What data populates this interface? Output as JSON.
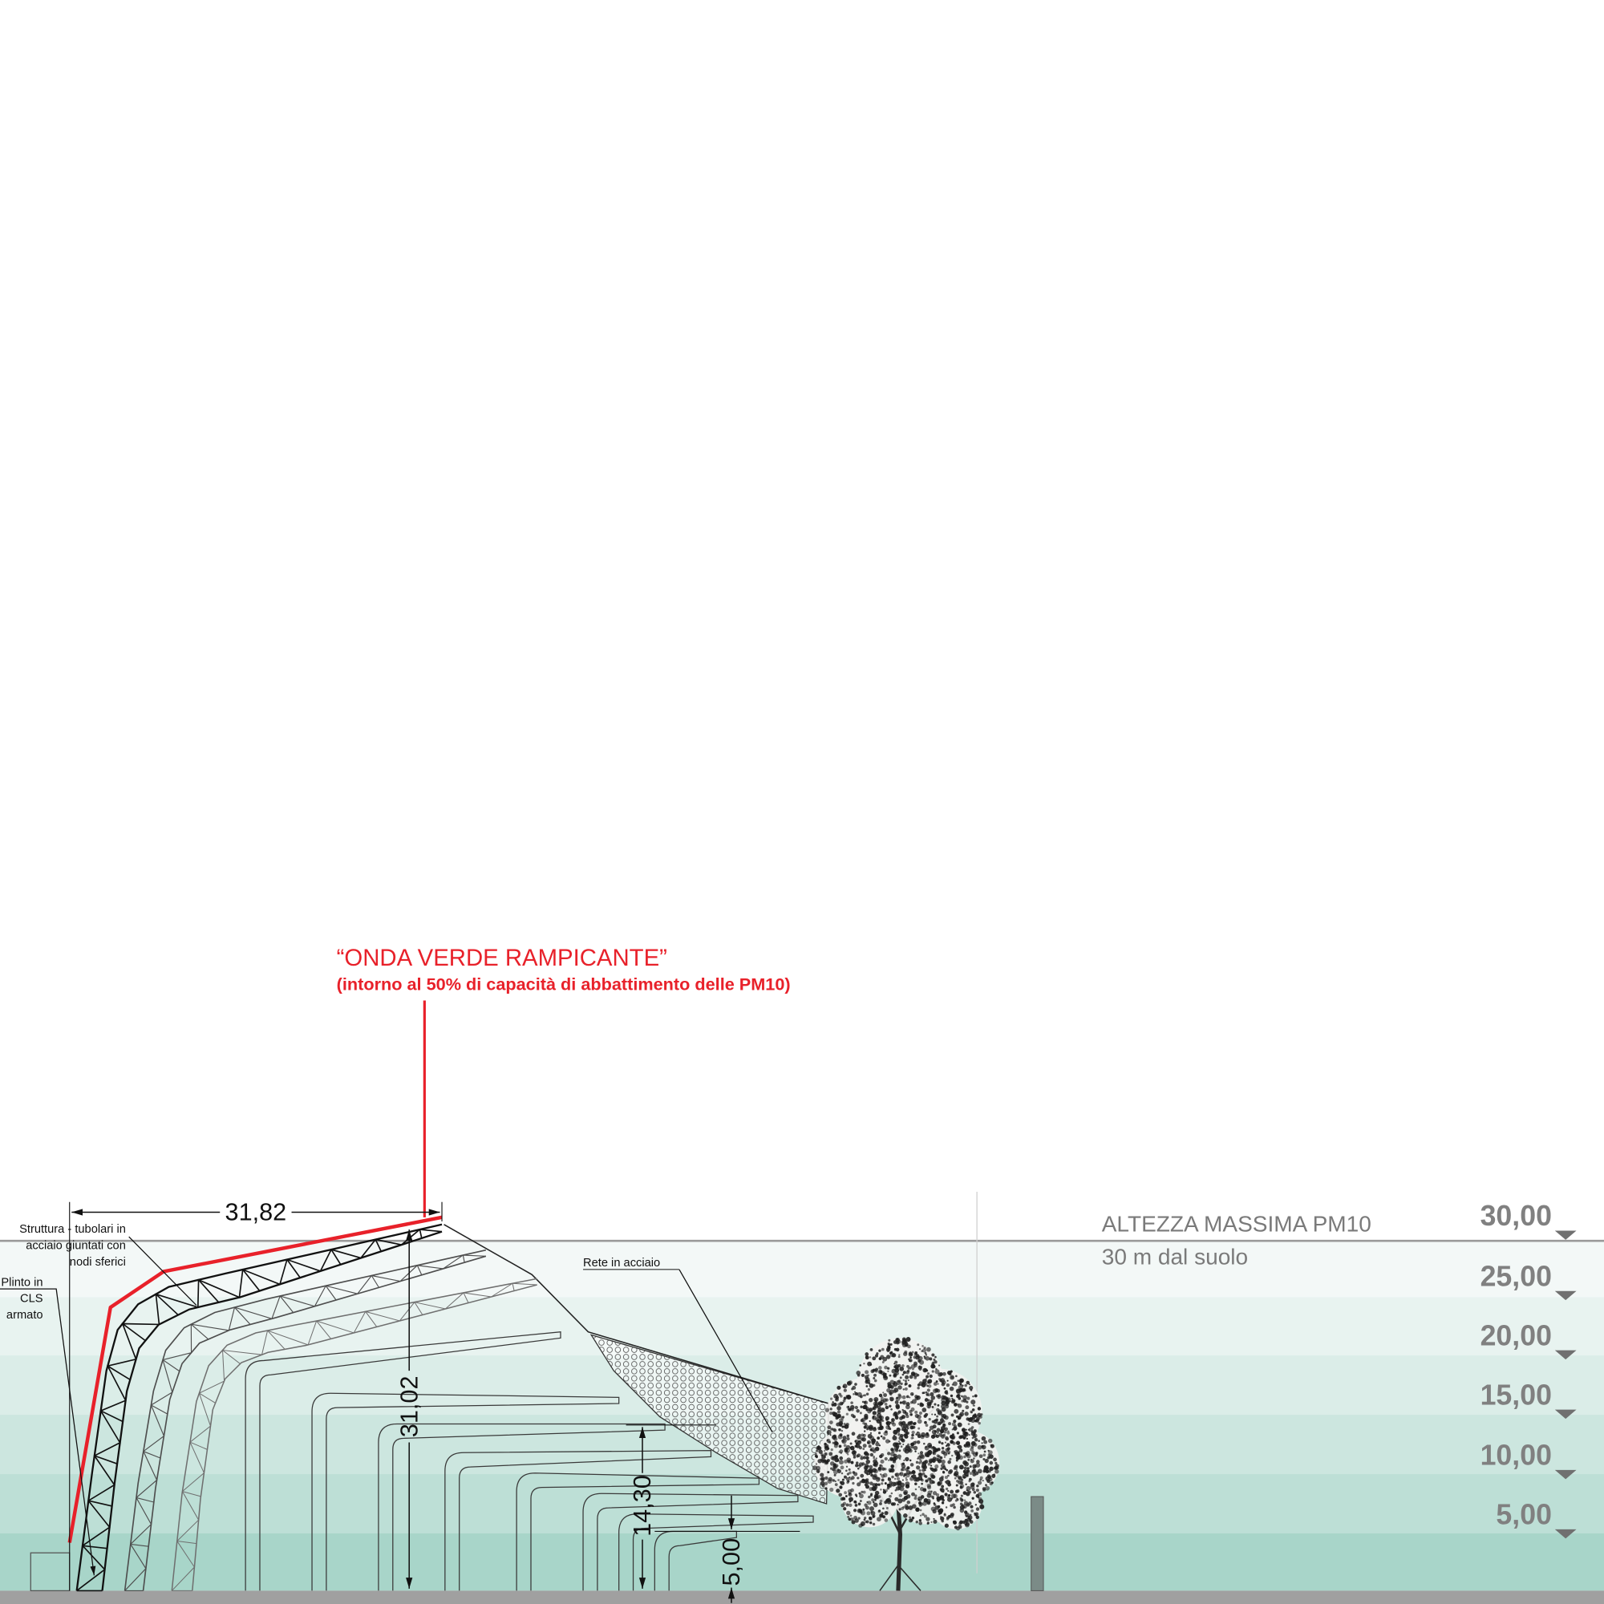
{
  "title": {
    "main": "“ONDA VERDE RAMPICANTE”",
    "subtitle": "(intorno al 50% di capacità di abbattimento delle PM10)"
  },
  "dimensions": {
    "width_top": "31,82",
    "height_total": "31,02",
    "height_mid": "14,30",
    "height_low": "5,00"
  },
  "annotations": {
    "structure": [
      "Struttura - tubolari in",
      "acciaio giuntati con",
      "nodi sferici"
    ],
    "footing": [
      "Plinto in",
      "CLS",
      "armato"
    ],
    "mesh": "Rete in acciaio"
  },
  "pm10_limit": {
    "label": "ALTEZZA MASSIMA PM10",
    "note": "30 m dal suolo"
  },
  "levels": [
    "30,00",
    "25,00",
    "20,00",
    "15,00",
    "10,00",
    "5,00"
  ],
  "colors": {
    "accent_red": "#e8212a",
    "level_gray": "#808080",
    "band_1": "#f3f8f7",
    "band_2": "#e8f3f0",
    "band_3": "#dbede8",
    "band_4": "#cce6df",
    "band_5": "#bddfd6",
    "band_6": "#a8d5c9",
    "ground": "#a0a0a0"
  }
}
